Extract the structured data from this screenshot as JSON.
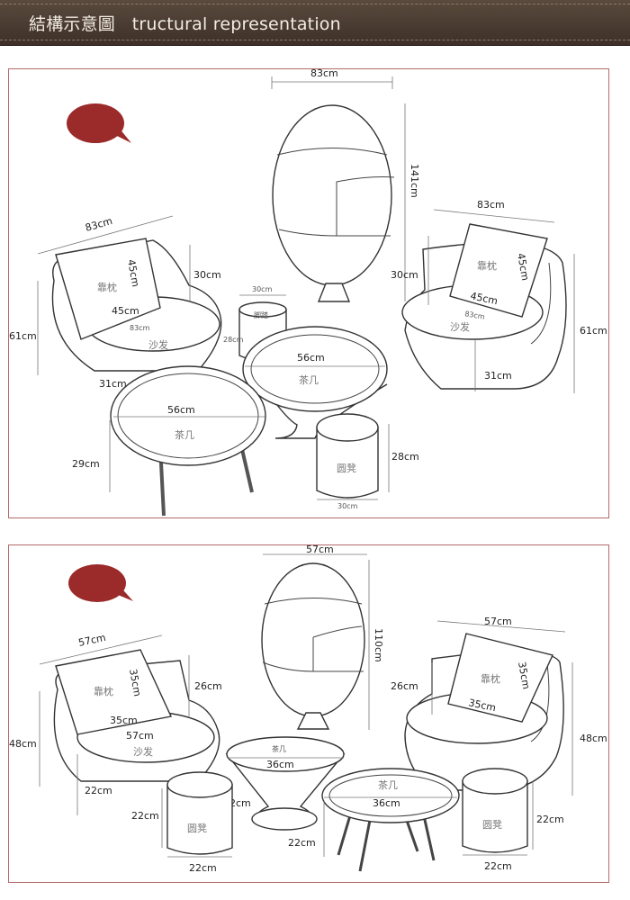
{
  "header": {
    "title": "結構示意圖   tructural representation"
  },
  "colors": {
    "header_bg": "#4a3c31",
    "panel_border": "#b36a6a",
    "badge": "#9b2a2a"
  },
  "large_set": {
    "egg": {
      "width": "83cm",
      "height": "141cm"
    },
    "left_chair": {
      "width": "83cm",
      "back_height": "30cm",
      "height": "61cm",
      "seat_height": "31cm",
      "seat_depth": "83cm",
      "pillow_w": "45cm",
      "pillow_h": "45cm",
      "pillow_label": "靠枕",
      "label": "沙发"
    },
    "right_chair": {
      "width": "83cm",
      "back_height": "30cm",
      "height": "61cm",
      "seat_height": "31cm",
      "seat_depth": "83cm",
      "pillow_w": "45cm",
      "pillow_h": "45cm",
      "pillow_label": "靠枕",
      "label": "沙发"
    },
    "small_stool": {
      "width": "30cm",
      "height": "28cm",
      "label": "脚踏"
    },
    "center_table": {
      "diameter": "56cm",
      "label": "茶几"
    },
    "front_table": {
      "diameter": "56cm",
      "height": "29cm",
      "label": "茶几"
    },
    "stool": {
      "width": "30cm",
      "height": "28cm",
      "label": "圆凳"
    }
  },
  "small_set": {
    "egg": {
      "width": "57cm",
      "height": "110cm"
    },
    "left_chair": {
      "width": "57cm",
      "back_height": "26cm",
      "height": "48cm",
      "seat_height": "22cm",
      "seat_depth": "57cm",
      "pillow_w": "35cm",
      "pillow_h": "35cm",
      "pillow_label": "靠枕",
      "label": "沙发"
    },
    "right_chair": {
      "width": "57cm",
      "back_height": "26cm",
      "height": "48cm",
      "pillow_w": "35cm",
      "pillow_h": "35cm",
      "pillow_label": "靠枕"
    },
    "cone_table": {
      "diameter": "36cm",
      "height": "22cm",
      "label": "茶几"
    },
    "leg_table": {
      "diameter": "36cm",
      "height": "22cm",
      "label": "茶几"
    },
    "left_stool": {
      "width": "22cm",
      "height": "22cm",
      "label": "圆凳"
    },
    "right_stool": {
      "width": "22cm",
      "height": "22cm",
      "label": "圆凳"
    }
  }
}
